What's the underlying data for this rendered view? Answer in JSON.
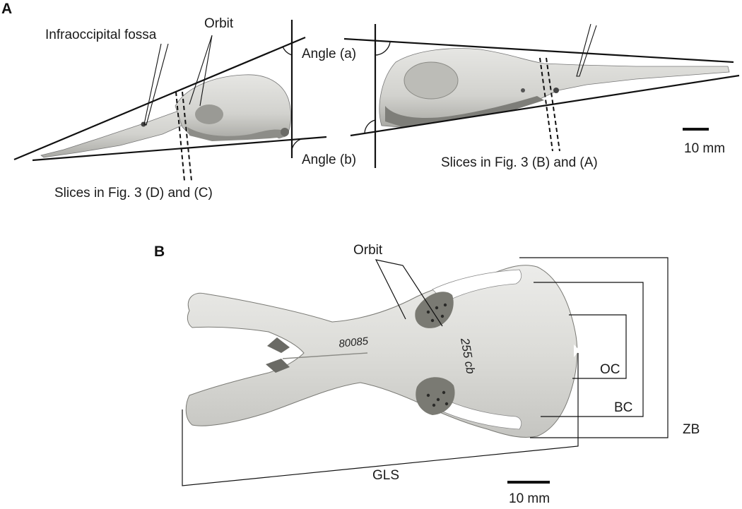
{
  "panels": {
    "a": {
      "letter": "A",
      "left_view": {
        "labels": {
          "infraoccipital_fossa": "Infraoccipital fossa",
          "orbit": "Orbit",
          "angle_a": "Angle (a)",
          "angle_b": "Angle (b)",
          "slices": "Slices in Fig. 3 (D) and (C)"
        }
      },
      "right_view": {
        "labels": {
          "slices": "Slices in Fig. 3 (B) and (A)"
        }
      },
      "scale_bar": "10 mm"
    },
    "b": {
      "letter": "B",
      "labels": {
        "orbit": "Orbit",
        "oc": "OC",
        "bc": "BC",
        "zb": "ZB",
        "gls": "GLS"
      },
      "specimen_text_1": "80085",
      "specimen_text_2": "255 cb",
      "scale_bar": "10 mm"
    }
  },
  "colors": {
    "bone": "#d9d9d5",
    "bone_shadow": "#a6a6a1",
    "line": "#111111",
    "hole": "#3a3a38"
  }
}
